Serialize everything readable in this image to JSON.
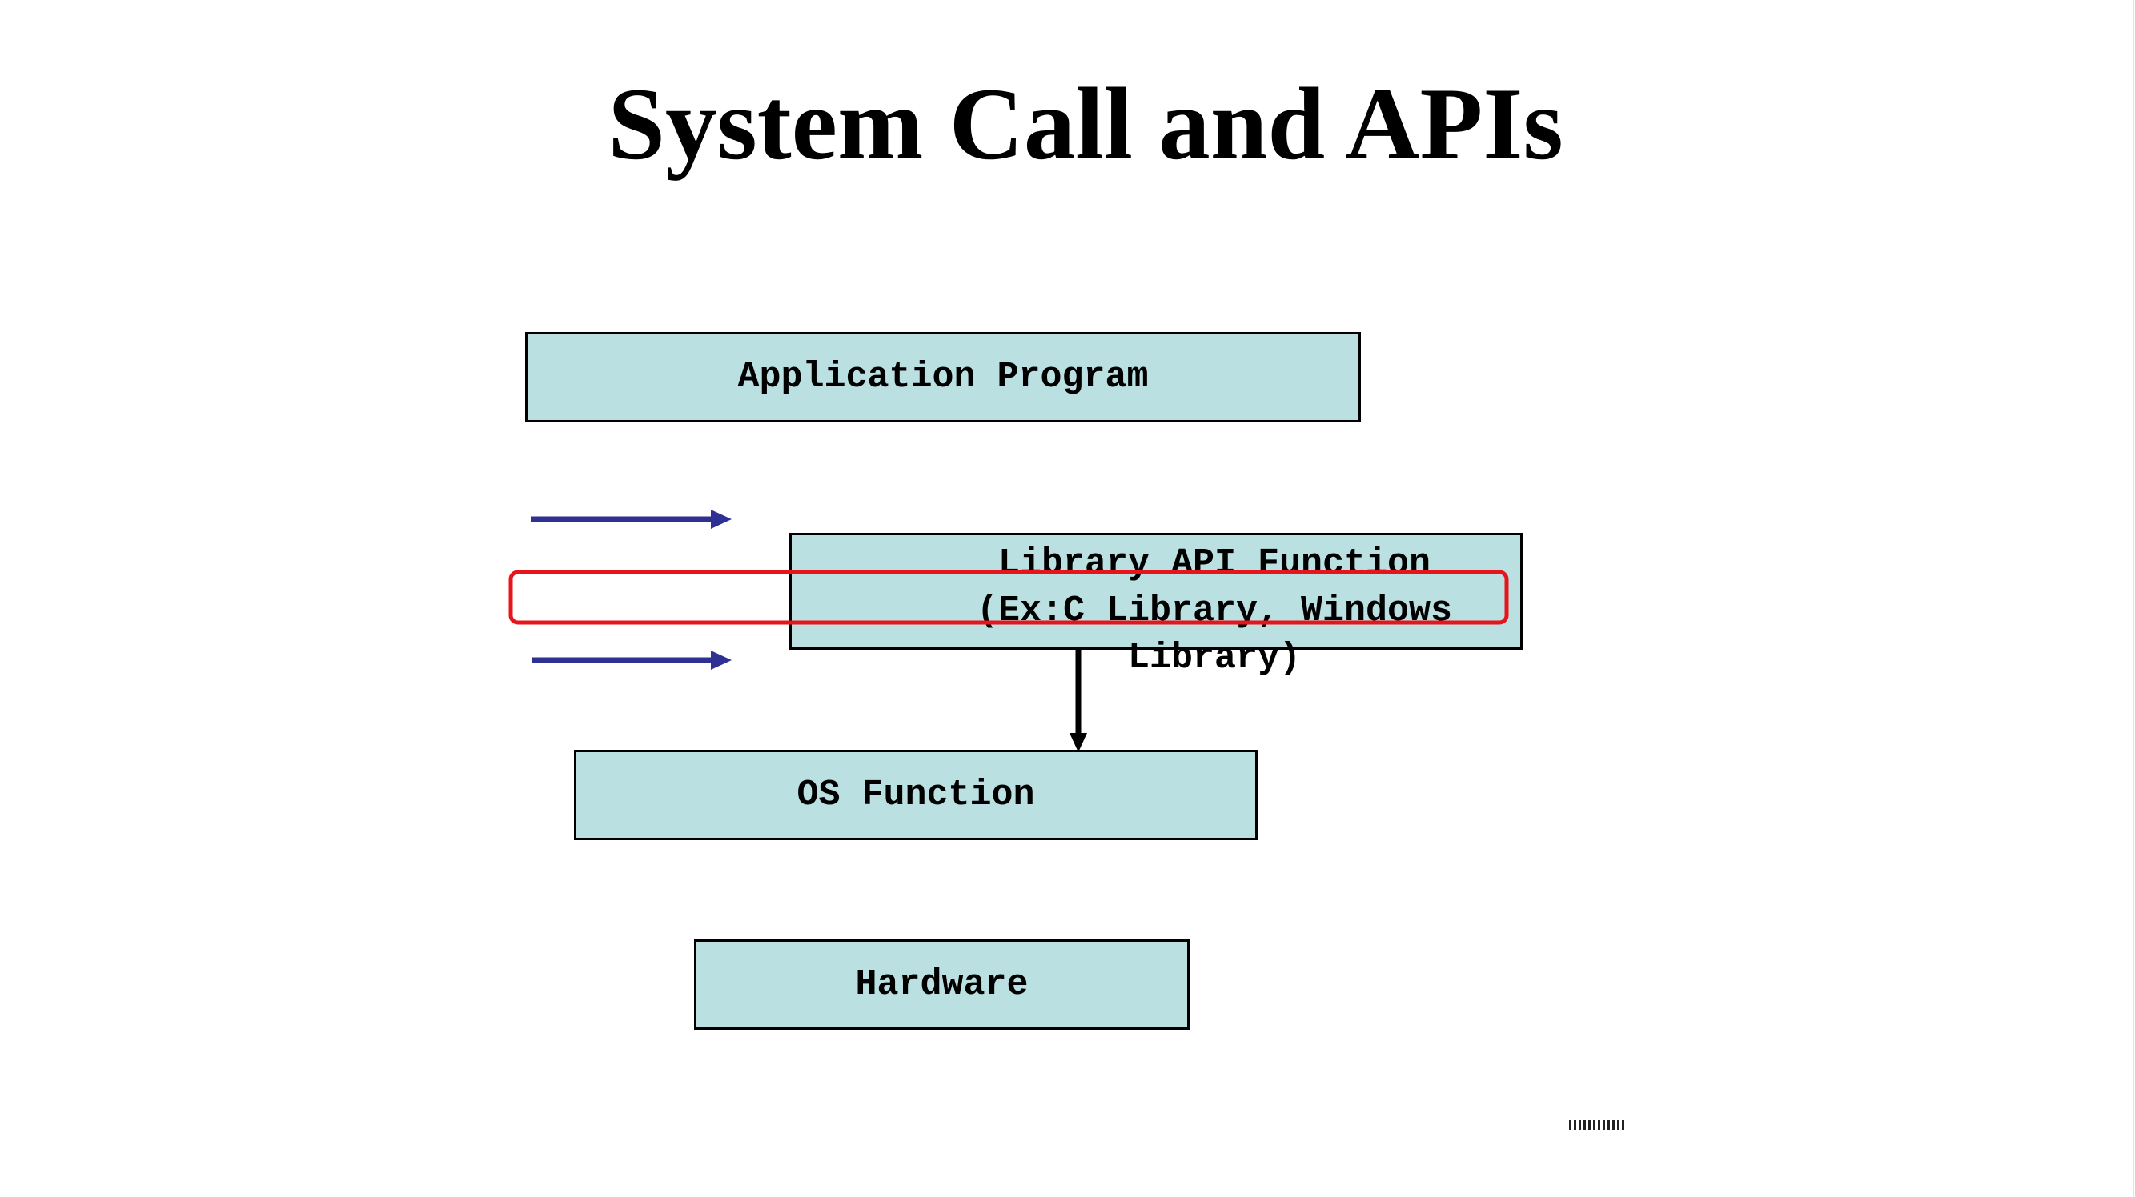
{
  "slide": {
    "title": "System Call and APIs"
  },
  "diagram": {
    "application_box": "Application Program",
    "library_box": {
      "line1": "Library API Function",
      "line2": "(Ex:C Library, Windows",
      "line3": "Library)"
    },
    "os_box": "OS Function",
    "hardware_box": "Hardware"
  },
  "colors": {
    "box_fill": "#bae0e2",
    "side_arrow": "#2e3192",
    "highlight": "#e8141b",
    "connector_arrow": "#000000"
  }
}
